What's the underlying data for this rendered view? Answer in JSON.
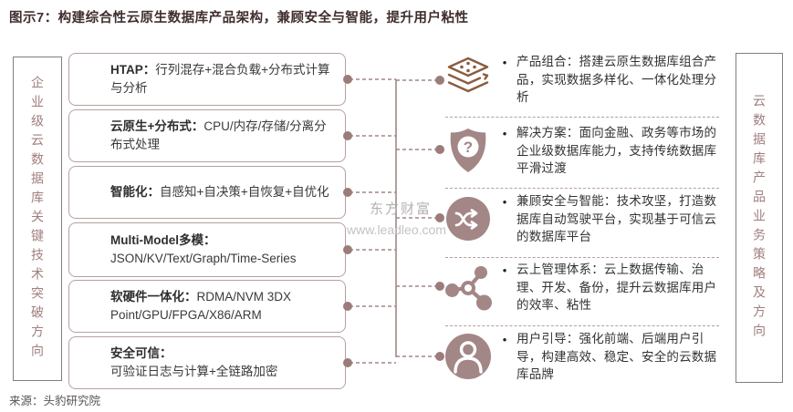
{
  "title": "图示7：构建综合性云原生数据库产品架构，兼顾安全与智能，提升用户粘性",
  "source": "来源：头豹研究院",
  "left_sidebar": {
    "text": "企业级云数据库关键技术突破方向"
  },
  "right_sidebar": {
    "text": "云数据库产品业务策略及方向"
  },
  "tech_boxes": [
    {
      "label": "HTAP：",
      "text": "行列混存+混合负载+分布式计算与分析"
    },
    {
      "label": "云原生+分布式：",
      "text": "CPU/内存/存储/分离分布式处理"
    },
    {
      "label": "智能化：",
      "text": "自感知+自决策+自恢复+自优化"
    },
    {
      "label": "Multi-Model多模：",
      "text": "JSON/KV/Text/Graph/Time-Series"
    },
    {
      "label": "软硬件一体化：",
      "text": "RDMA/NVM 3DX Point/GPU/FPGA/X86/ARM"
    },
    {
      "label": "安全可信：",
      "text": "可验证日志与计算+全链路加密"
    }
  ],
  "strategy": {
    "bullet_char": "•",
    "items": [
      {
        "icon": "layers-icon",
        "text": "产品组合：搭建云原生数据库组合产品，实现数据多样化、一体化处理分析"
      },
      {
        "icon": "shield-question-icon",
        "text": "解决方案：面向金融、政务等市场的企业级数据库能力，支持传统数据库平滑过渡"
      },
      {
        "icon": "shuffle-arrows-icon",
        "text": "兼顾安全与智能：技术攻坚，打造数据库自动驾驶平台，实现基于可信云的数据库平台"
      },
      {
        "icon": "molecule-icon",
        "text": "云上管理体系：云上数据传输、治理、开发、备份，提升云数据库用户的效率、粘性"
      },
      {
        "icon": "user-icon",
        "text": "用户引导：强化前端、后端用户引导，构建高效、稳定、安全的云数据库品牌"
      }
    ]
  },
  "watermark": {
    "line1": "东方财富",
    "line2": "www.leadleo.com"
  },
  "icons": {
    "shield_glyph": "?"
  },
  "colors": {
    "accent_rose": "#a38686",
    "box_border": "#b7a0a0",
    "layers_brown": "#8a5c3e",
    "panel_border": "#7f7f7f",
    "title_color": "#402e2e"
  }
}
